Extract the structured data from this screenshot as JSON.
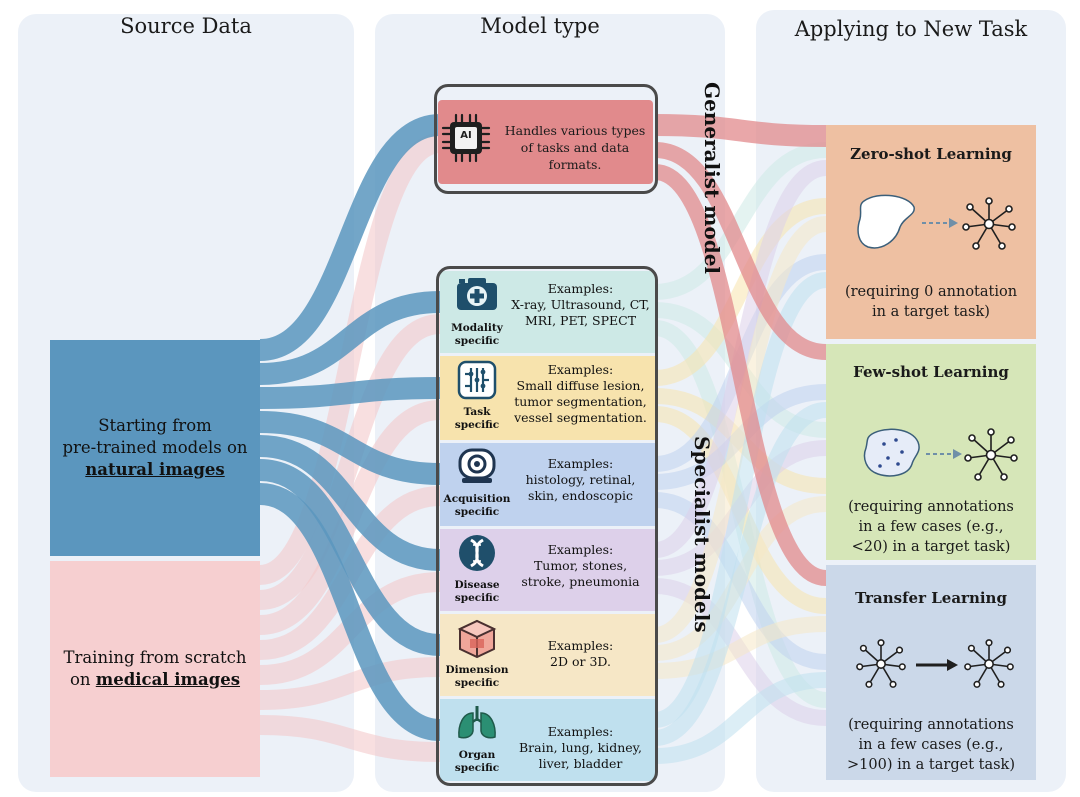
{
  "columns": {
    "source": "Source Data",
    "model": "Model type",
    "apply": "Applying to New Task"
  },
  "sources": {
    "natural": {
      "pre": "Starting from",
      "mid": "pre-trained models on",
      "em": "natural images"
    },
    "medical": {
      "pre": "Training from scratch",
      "mid": "on ",
      "em": "medical images"
    }
  },
  "generalist": {
    "title": "Generalist model",
    "chip_text": "AI",
    "desc_line1": "Handles various types",
    "desc_line2": "of tasks and data formats."
  },
  "specialist_title": "Specialist models",
  "specialists": [
    {
      "label1": "Modality",
      "label2": "specific",
      "lines": [
        "Examples:",
        "X-ray, Ultrasound, CT,",
        "MRI, PET, SPECT"
      ],
      "color": "#cde9e6",
      "icon": "camera-icon"
    },
    {
      "label1": "Task",
      "label2": "specific",
      "lines": [
        "Examples:",
        "Small diffuse lesion,",
        "tumor segmentation,",
        "vessel segmentation."
      ],
      "color": "#f7e3ad",
      "icon": "circuit-icon"
    },
    {
      "label1": "Acquisition",
      "label2": "specific",
      "lines": [
        "Examples:",
        "histology, retinal,",
        "skin, endoscopic"
      ],
      "color": "#bfd2ee",
      "icon": "scanner-icon"
    },
    {
      "label1": "Disease",
      "label2": "specific",
      "lines": [
        "Examples:",
        "Tumor, stones,",
        "stroke, pneumonia"
      ],
      "color": "#ddd0ea",
      "icon": "dna-icon"
    },
    {
      "label1": "Dimension",
      "label2": "specific",
      "lines": [
        "Examples:",
        "2D or 3D."
      ],
      "color": "#f6e7c6",
      "icon": "cube-icon"
    },
    {
      "label1": "Organ",
      "label2": "specific",
      "lines": [
        "Examples:",
        "Brain, lung, kidney,",
        "liver,  bladder"
      ],
      "color": "#bfe0ee",
      "icon": "lungs-icon"
    }
  ],
  "tasks": [
    {
      "title": "Zero-shot Learning",
      "desc": [
        "(requiring 0 annotation",
        "in a target task)"
      ],
      "color": "#eec0a2"
    },
    {
      "title": "Few-shot Learning",
      "desc": [
        "(requiring annotations",
        "in a few cases (e.g.,",
        "<20) in a target task)"
      ],
      "color": "#d6e6b8"
    },
    {
      "title": "Transfer Learning",
      "desc": [
        "(requiring annotations",
        "in a few cases (e.g.,",
        ">100) in a target task)"
      ],
      "color": "#cbd8e9"
    }
  ],
  "colors": {
    "panel": "#ecf1f8",
    "natural": "#5b96be",
    "medical": "#f6cfd0",
    "generalist": "#e18a8c",
    "frame": "#4a4a4a"
  }
}
